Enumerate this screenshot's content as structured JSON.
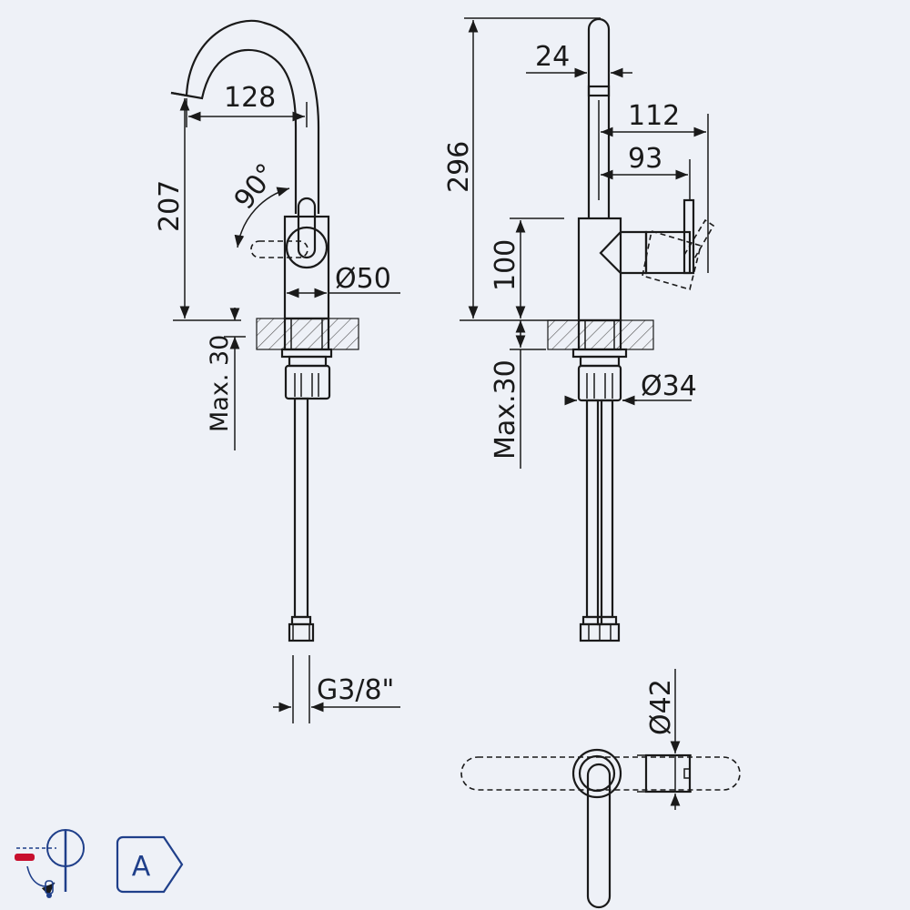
{
  "side_view": {
    "reach_label": "128",
    "height_label": "207",
    "rotation_label": "90°",
    "base_diameter_label": "Ø50",
    "max_thickness_label": "Max. 30",
    "thread_label": "G3/8\""
  },
  "front_view": {
    "spout_diameter_label": "24",
    "total_height_label": "296",
    "handle_reach_label": "112",
    "handle_offset_label": "93",
    "body_height_label": "100",
    "shank_diameter_label": "Ø34",
    "max_thickness_label": "Max.30"
  },
  "top_view": {
    "body_diameter_label": "Ø42"
  },
  "badges": {
    "energy_class_label": "A"
  },
  "colors": {
    "background": "#eef1f7",
    "line": "#1a1a1a",
    "badge_blue": "#1f3f8a",
    "badge_red": "#c8102e"
  }
}
